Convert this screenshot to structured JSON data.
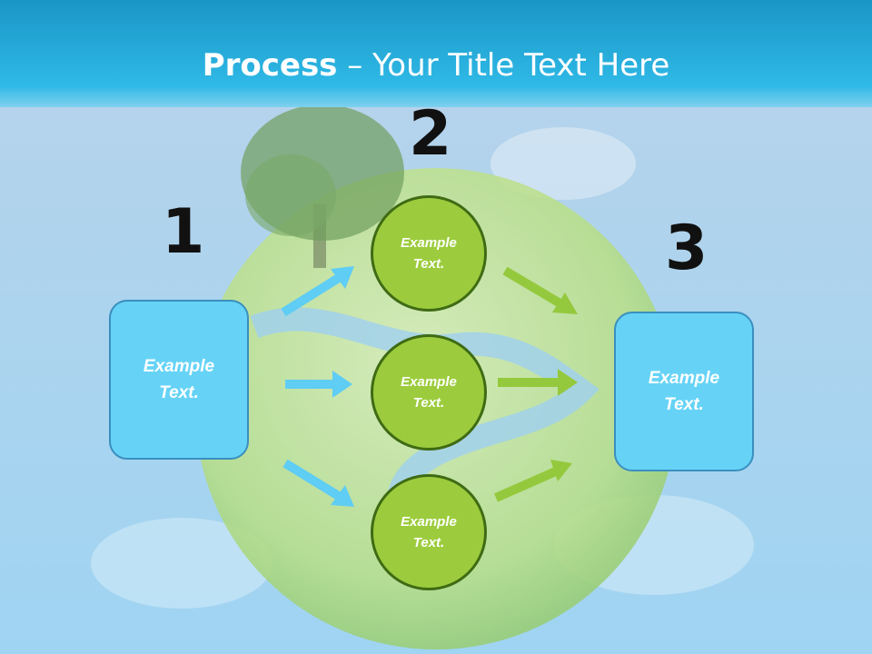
{
  "title": {
    "bold": "Process",
    "rest": " – Your Title Text Here"
  },
  "steps": [
    {
      "number": "1",
      "text": "Example Text."
    },
    {
      "number": "2",
      "items": [
        "Example Text.",
        "Example Text.",
        "Example Text."
      ]
    },
    {
      "number": "3",
      "text": "Example Text."
    }
  ],
  "colors": {
    "header": "#2bb3e2",
    "box_fill": "#66d3f6",
    "circle_fill": "#9ccc3d",
    "circle_border": "#3f6b14",
    "arrow_blue": "#5fcdf4",
    "arrow_green": "#95c93d"
  }
}
